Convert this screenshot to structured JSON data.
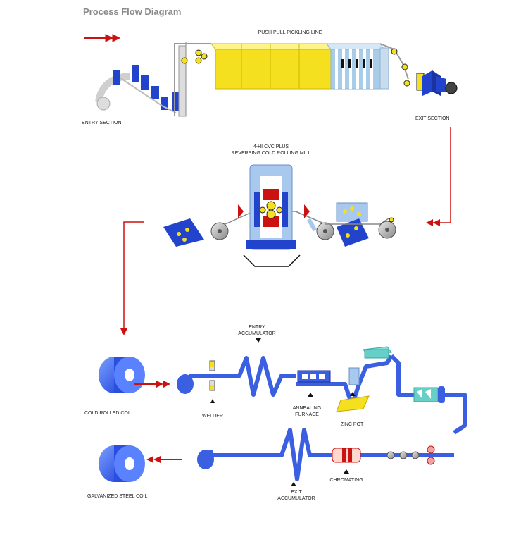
{
  "title": "Process Flow Diagram",
  "labels": {
    "pickling_line": "PUSH PULL PICKLING LINE",
    "entry_section": "ENTRY SECTION",
    "exit_section": "EXIT SECTION",
    "mill_line1": "4-HI CVC PLUS",
    "mill_line2": "REVERSING COLD ROLLING MILL",
    "cold_rolled_coil": "COLD ROLLED COIL",
    "welder": "WELDER",
    "entry_acc_line1": "ENTRY",
    "entry_acc_line2": "ACCUMULATOR",
    "annealing_line1": "ANNEALING",
    "annealing_line2": "FURNACE",
    "zinc_pot": "ZINC POT",
    "galvanized_coil": "GALVANIZED STEEL COIL",
    "exit_acc_line1": "EXIT",
    "exit_acc_line2": "ACCUMULATOR",
    "chromating": "CHROMATING"
  },
  "colors": {
    "arrow": "#cc1111",
    "strip": "#3a5fe0",
    "pickling_tank": "#f5e020",
    "rinse_tank": "#a9cde8",
    "machine": "#2244cc",
    "mill_frame": "#a8c8ee",
    "mill_roll": "#cc1111"
  }
}
